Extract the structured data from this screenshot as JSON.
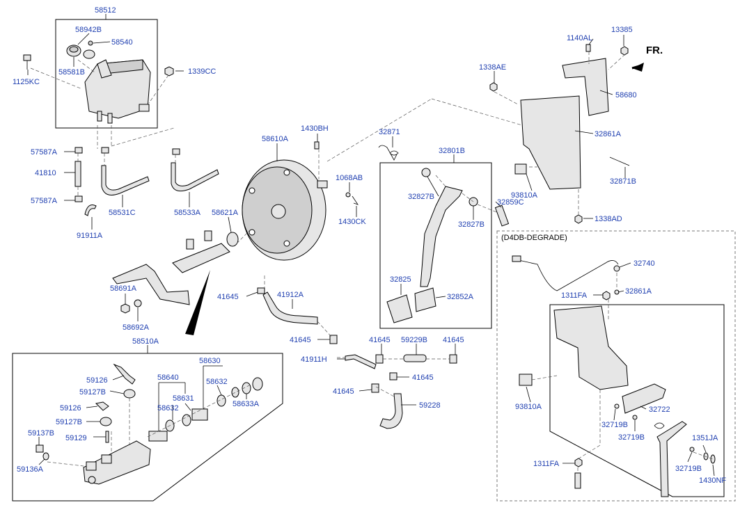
{
  "direction_label": "FR.",
  "variant_label": "(D4DB-DEGRADE)",
  "part_labels": [
    "58512",
    "58942B",
    "58540",
    "58581B",
    "1125KC",
    "1339CC",
    "57587A",
    "41810",
    "57587A",
    "58531C",
    "58533A",
    "91911A",
    "58610A",
    "1430BH",
    "1068AB",
    "1430CK",
    "58621A",
    "58691A",
    "58692A",
    "41645",
    "41912A",
    "41645",
    "41911H",
    "41645",
    "59229B",
    "41645",
    "41645",
    "41645",
    "59228",
    "58510A",
    "59126",
    "59127B",
    "59126",
    "59127B",
    "59137B",
    "59129",
    "59136A",
    "58640",
    "58632",
    "58631",
    "58630",
    "58632",
    "58633A",
    "32871",
    "32801B",
    "32827B",
    "32827B",
    "32859C",
    "32825",
    "32852A",
    "1338AE",
    "1140AL",
    "13385",
    "58680",
    "32861A",
    "32871B",
    "93810A",
    "1338AD",
    "32740",
    "1311FA",
    "32861A",
    "93810A",
    "32722",
    "32719B",
    "32719B",
    "1351JA",
    "32719B",
    "1311FA",
    "1430NF"
  ]
}
